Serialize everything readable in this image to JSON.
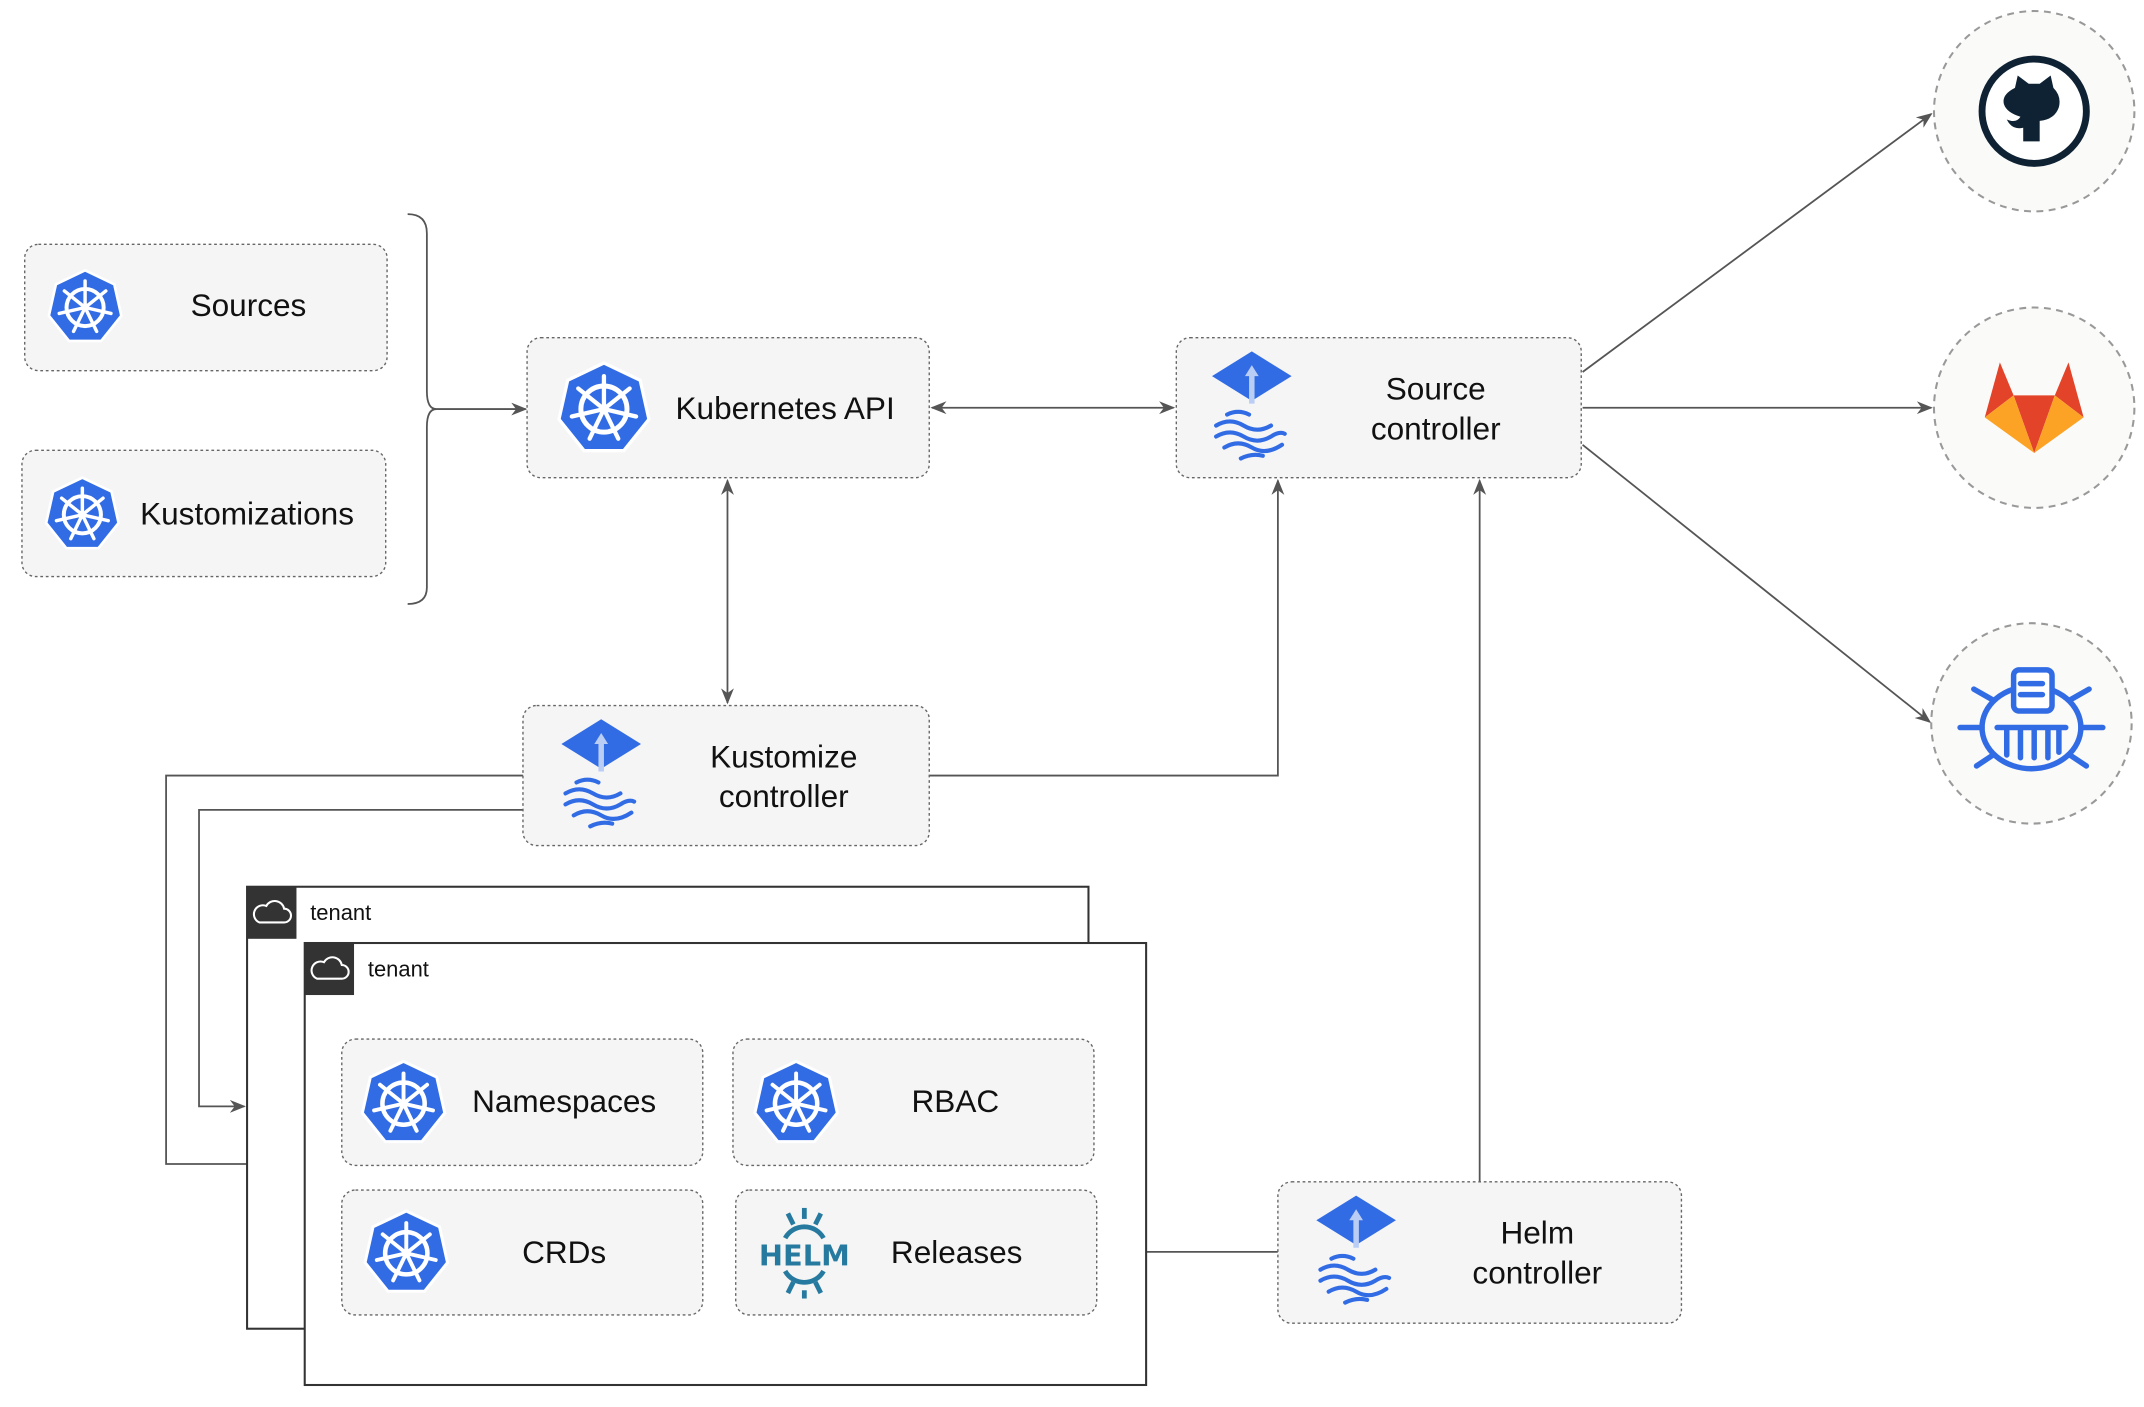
{
  "nodes": {
    "sources": "Sources",
    "kustomizations": "Kustomizations",
    "kubernetes_api": "Kubernetes API",
    "source_controller": [
      "Source",
      "controller"
    ],
    "kustomize_controller": [
      "Kustomize",
      "controller"
    ],
    "helm_controller": [
      "Helm",
      "controller"
    ],
    "namespaces": "Namespaces",
    "rbac": "RBAC",
    "crds": "CRDs",
    "releases": "Releases"
  },
  "tenants": [
    "tenant",
    "tenant"
  ],
  "icons": {
    "kubernetes": "kubernetes-icon",
    "flux": "flux-icon",
    "github": "github-icon",
    "gitlab": "gitlab-icon",
    "bucket": "bucket-icon",
    "helm": "helm-icon",
    "cloud": "cloud-icon"
  },
  "helm_logo_text": "HELM",
  "colors": {
    "kubernetes_blue": "#326ce5",
    "helm_teal": "#277a9f",
    "github_dark": "#0f2233",
    "gitlab_orange": "#e24329",
    "gitlab_yellow": "#fca326"
  }
}
